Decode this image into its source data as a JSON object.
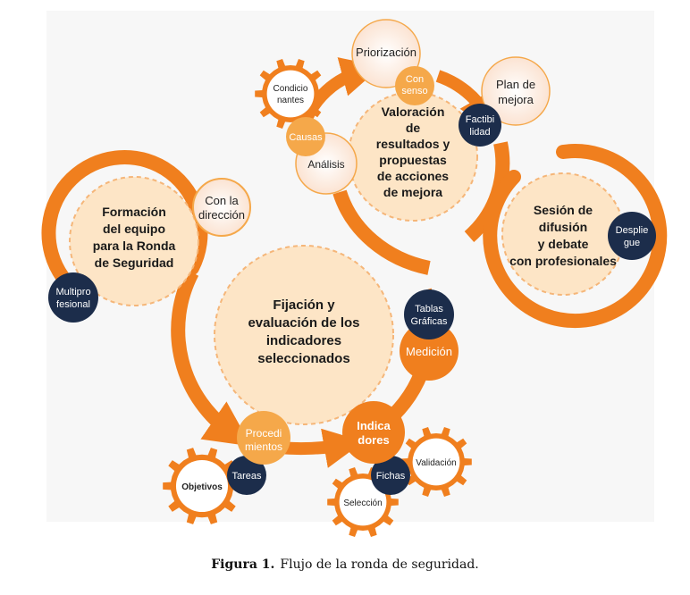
{
  "colors": {
    "orange": "#F07F1E",
    "light_orange": "#F5A84A",
    "fill": "#FDE5C6",
    "soft": "#FDF0E4",
    "navy": "#1C2D4B",
    "white": "#FFFFFF",
    "background": "#F7F7F7"
  },
  "stages": {
    "formacion": "Formación del equipo para la Ronda de Seguridad",
    "fijacion": "Fijación y evaluación de los indicadores seleccionados",
    "valoracion": "Valoración de resultados y propuestas de acciones de mejora",
    "sesion": "Sesión de difusión y debate con profesionales"
  },
  "nodes": {
    "con_la_direccion": "Con la dirección",
    "multiprofesional": "Multipro fesional",
    "procedimientos": "Procedi mientos",
    "tareas": "Tareas",
    "objetivos": "Objetivos",
    "indicadores": "Indica dores",
    "fichas": "Fichas",
    "validacion": "Validación",
    "seleccion": "Selección",
    "tablas_graficas": "Tablas Gráficas",
    "medicion": "Medición",
    "analisis": "Análisis",
    "causas": "Causas",
    "condicionantes": "Condicio nantes",
    "priorizacion": "Priorización",
    "con_senso": "Con senso",
    "plan_de_mejora": "Plan de mejora",
    "factibilidad": "Factibi lidad",
    "despliegue": "Desplie gue"
  },
  "caption": {
    "label": "Figura 1.",
    "text": "Flujo de la ronda de seguridad."
  }
}
